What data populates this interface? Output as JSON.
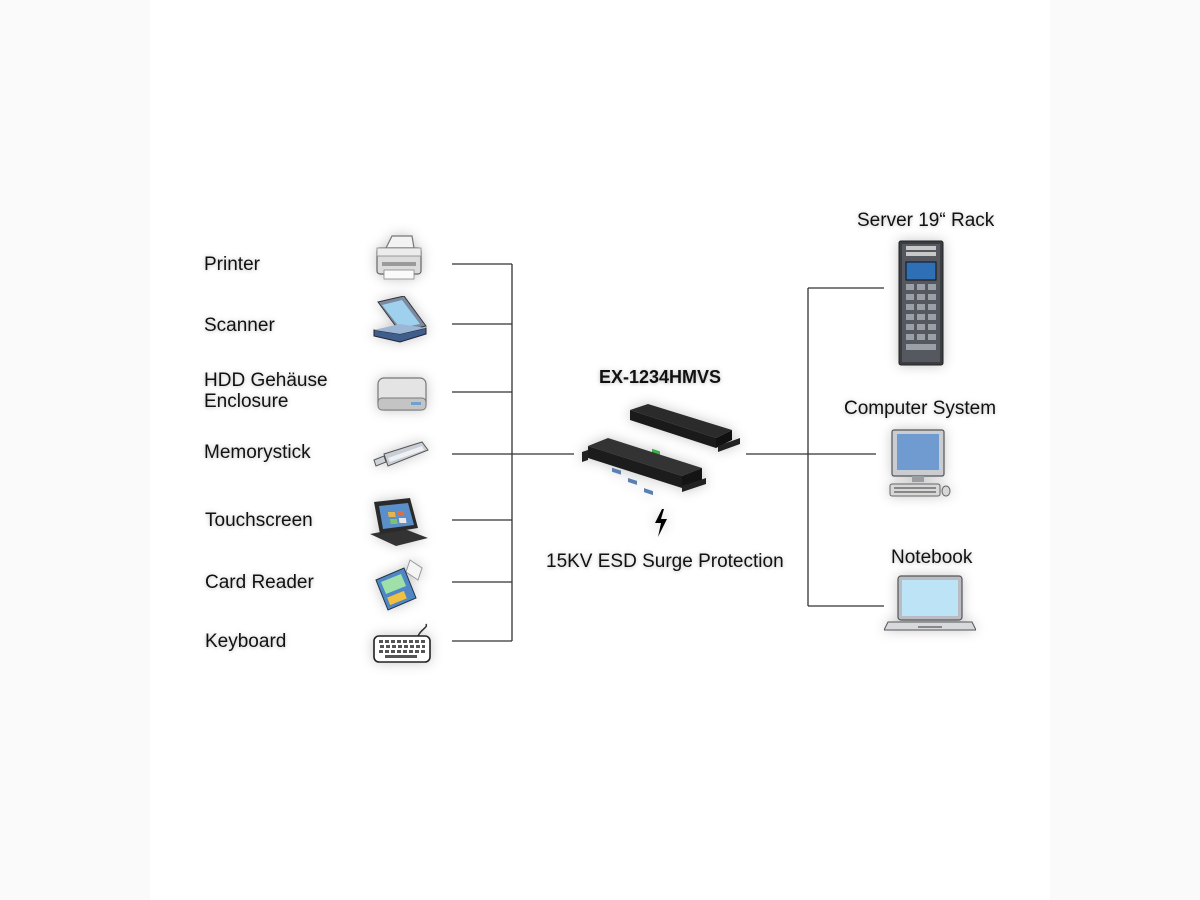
{
  "hub": {
    "model": "EX-1234HMVS",
    "esd_label": "15KV ESD Surge Protection"
  },
  "devices": [
    {
      "label": "Printer",
      "icon": "printer-icon"
    },
    {
      "label": "Scanner",
      "icon": "scanner-icon"
    },
    {
      "label": "HDD Gehäuse\nEnclosure",
      "icon": "hdd-icon"
    },
    {
      "label": "Memorystick",
      "icon": "usb-stick-icon"
    },
    {
      "label": "Touchscreen",
      "icon": "touchscreen-icon"
    },
    {
      "label": "Card Reader",
      "icon": "card-reader-icon"
    },
    {
      "label": "Keyboard",
      "icon": "keyboard-icon"
    }
  ],
  "hosts": [
    {
      "label": "Server 19“ Rack",
      "icon": "server-rack-icon"
    },
    {
      "label": "Computer System",
      "icon": "computer-icon"
    },
    {
      "label": "Notebook",
      "icon": "notebook-icon"
    }
  ]
}
